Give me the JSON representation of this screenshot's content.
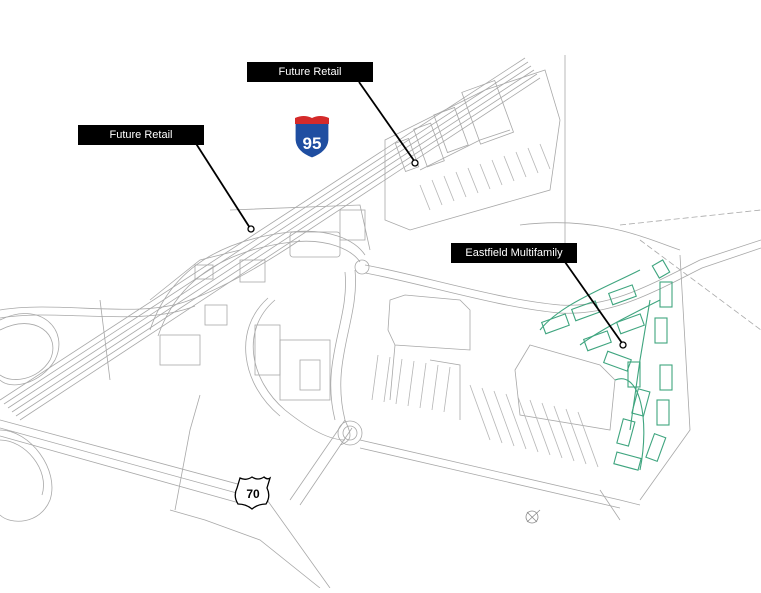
{
  "map": {
    "type": "site-plan",
    "background": "#ffffff",
    "line_color": "#9a9a9a",
    "multifamily_color": "#3fa57f",
    "callouts": [
      {
        "id": "future-retail-north",
        "label": "Future Retail"
      },
      {
        "id": "future-retail-west",
        "label": "Future Retail"
      },
      {
        "id": "eastfield-multifamily",
        "label": "Eastfield Multifamily"
      }
    ],
    "shields": {
      "interstate": {
        "number": "95",
        "top_color": "#d42a2a",
        "body_color": "#1f4ea1"
      },
      "us_route": {
        "number": "70"
      }
    },
    "north_arrow": "north-arrow-icon"
  }
}
